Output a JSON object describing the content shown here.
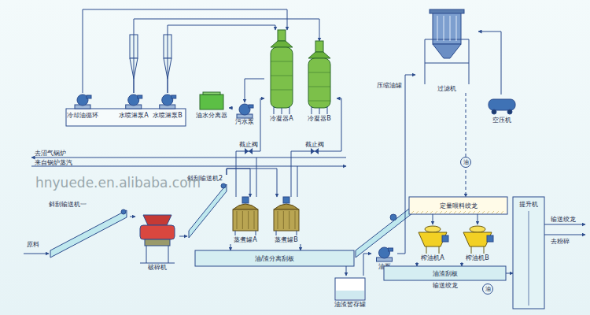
{
  "diagram": {
    "nodes": [
      {
        "text": [
          "冷却油循环"
        ]
      },
      {
        "text": [
          "水喷淋泵A"
        ]
      },
      {
        "text": [
          "水喷淋泵B"
        ]
      },
      {
        "text": [
          "油水分离器"
        ]
      },
      {
        "text": [
          "污水泵"
        ]
      },
      {
        "text": [
          "冷凝器A"
        ]
      },
      {
        "text": [
          "冷凝器B"
        ]
      },
      {
        "text": [
          "过滤机"
        ]
      },
      {
        "text": [
          "空压机"
        ]
      },
      {
        "text": [
          "斜刮输送机一"
        ]
      },
      {
        "text": [
          "破碎机"
        ]
      },
      {
        "text": [
          "斜刮输送机2"
        ]
      },
      {
        "text": [
          "蒸煮罐A"
        ]
      },
      {
        "text": [
          "蒸煮罐B"
        ]
      },
      {
        "text": [
          "油/渣分离刮板"
        ]
      },
      {
        "text": [
          "油泵"
        ]
      },
      {
        "text": [
          "油渣暂存罐"
        ]
      },
      {
        "text": [
          "定量喂料绞龙"
        ]
      },
      {
        "text": [
          "榨油机A"
        ]
      },
      {
        "text": [
          "榨油机B"
        ]
      },
      {
        "text": [
          "油渣刮板",
          "输送绞龙"
        ]
      },
      {
        "text": [
          "提升机"
        ]
      }
    ],
    "edges": [
      {
        "from": 0,
        "to": 5,
        "arrow": "to"
      },
      {
        "from": 1,
        "to": 6,
        "arrow": "to"
      },
      {
        "from": 2,
        "to": 5,
        "arrow": "to"
      },
      {
        "from": 5,
        "to": 4,
        "arrow": "to"
      },
      {
        "from": 4,
        "to": 3,
        "arrow": "to"
      },
      {
        "from": 12,
        "to": 5,
        "arrow": "to"
      },
      {
        "from": 13,
        "to": 6,
        "arrow": "to"
      },
      {
        "from": 9,
        "to": 10,
        "arrow": "to"
      },
      {
        "from": 10,
        "to": 11,
        "arrow": "to"
      },
      {
        "from": 11,
        "to": 12,
        "arrow": "to"
      },
      {
        "from": 11,
        "to": 13,
        "arrow": "to"
      },
      {
        "from": 12,
        "to": 14,
        "arrow": "to"
      },
      {
        "from": 13,
        "to": 14,
        "arrow": "to"
      },
      {
        "from": 14,
        "to": 16,
        "arrow": "to"
      },
      {
        "from": 16,
        "to": 15,
        "arrow": "to"
      },
      {
        "from": 15,
        "to": 7,
        "arrow": "to"
      },
      {
        "from": 8,
        "to": 7,
        "arrow": "to"
      },
      {
        "from": 7,
        "to": 17,
        "arrow": "to"
      },
      {
        "from": 17,
        "to": 18,
        "arrow": "to"
      },
      {
        "from": 17,
        "to": 19,
        "arrow": "to"
      },
      {
        "from": 18,
        "to": 20,
        "arrow": "to"
      },
      {
        "from": 19,
        "to": 20,
        "arrow": "to"
      },
      {
        "from": 20,
        "to": 21,
        "arrow": "to"
      }
    ],
    "labels": [
      "原料",
      "去沼气锅炉",
      "来自锅炉蒸汽",
      "截止阀",
      "截止阀",
      "压缩油罐",
      "油",
      "油",
      "输送绞龙",
      "去粉碎",
      "hnyuede.en.alibaba.com"
    ]
  }
}
